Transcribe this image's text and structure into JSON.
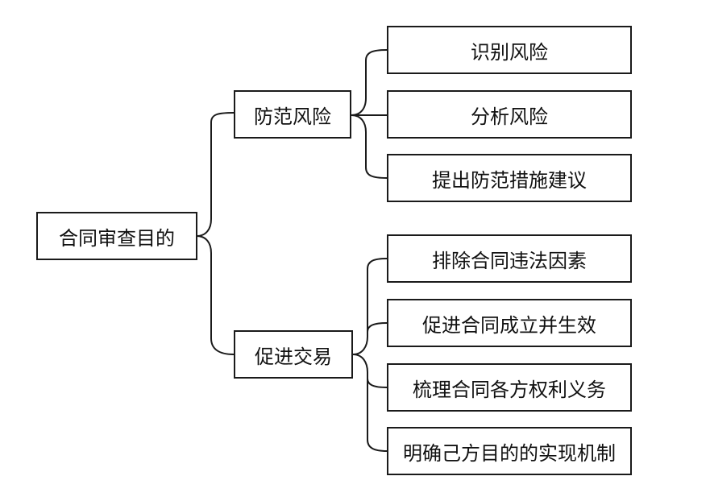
{
  "root": {
    "label": "合同审查目的"
  },
  "branches": [
    {
      "label": "防范风险",
      "children": [
        "识别风险",
        "分析风险",
        "提出防范措施建议"
      ]
    },
    {
      "label": "促进交易",
      "children": [
        "排除合同违法因素",
        "促进合同成立并生效",
        "梳理合同各方权利义务",
        "明确己方目的的实现机制"
      ]
    }
  ]
}
